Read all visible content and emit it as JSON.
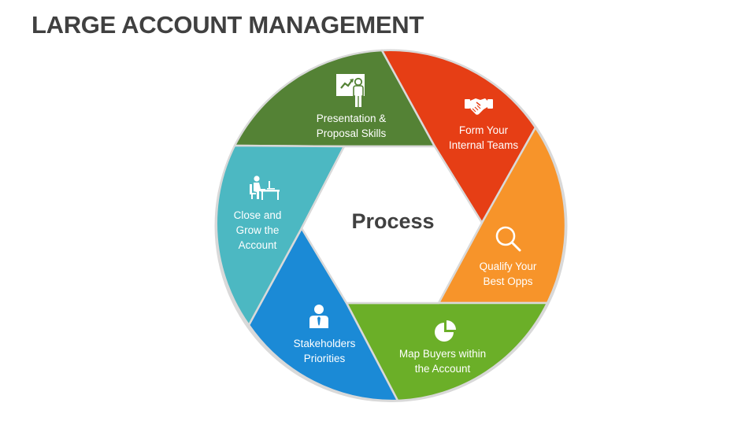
{
  "title": "LARGE ACCOUNT MANAGEMENT",
  "center": {
    "label": "Process"
  },
  "segments": [
    {
      "id": "presentation",
      "line1": "Presentation &",
      "line2": "Proposal Skills",
      "icon": "presentation-icon",
      "color": "#548235"
    },
    {
      "id": "internal-teams",
      "line1": "Form Your",
      "line2": "Internal Teams",
      "icon": "handshake-icon",
      "color": "#E63E15"
    },
    {
      "id": "qualify",
      "line1": "Qualify Your",
      "line2": "Best Opps",
      "icon": "search-icon",
      "color": "#F7942A"
    },
    {
      "id": "map-buyers",
      "line1": "Map Buyers within",
      "line2": "the Account",
      "icon": "pie-chart-icon",
      "color": "#6BAF28"
    },
    {
      "id": "stakeholders",
      "line1": "Stakeholders",
      "line2": "Priorities",
      "icon": "businessman-icon",
      "color": "#1B8AD6"
    },
    {
      "id": "close-grow",
      "line1": "Close and",
      "line2": "Grow the",
      "line3": "Account",
      "icon": "desk-worker-icon",
      "color": "#4CB8C2"
    }
  ]
}
